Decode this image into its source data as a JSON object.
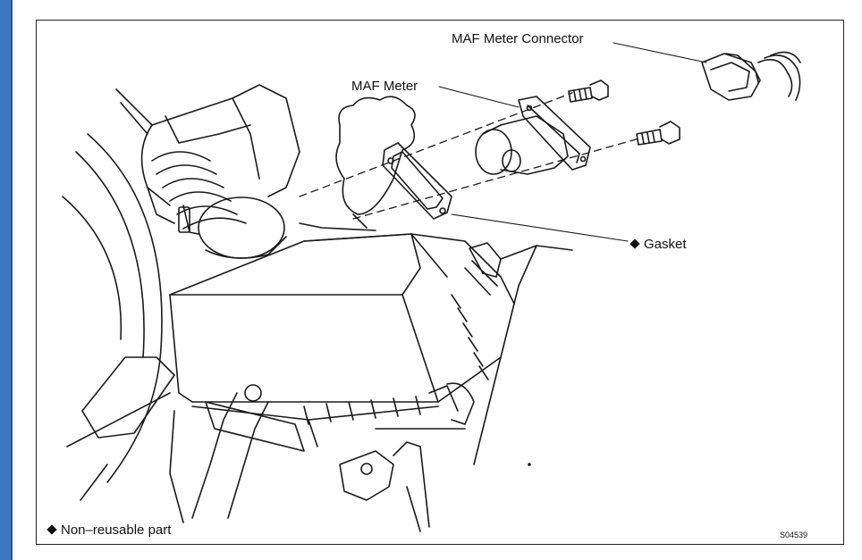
{
  "callouts": {
    "maf_meter_connector": "MAF Meter Connector",
    "maf_meter": "MAF Meter",
    "gasket": "Gasket"
  },
  "legend": {
    "non_reusable": "Non–reusable part"
  },
  "figure_id": "S04539",
  "colors": {
    "line": "#1a1a1a",
    "side_bar": "#3c78bf"
  }
}
